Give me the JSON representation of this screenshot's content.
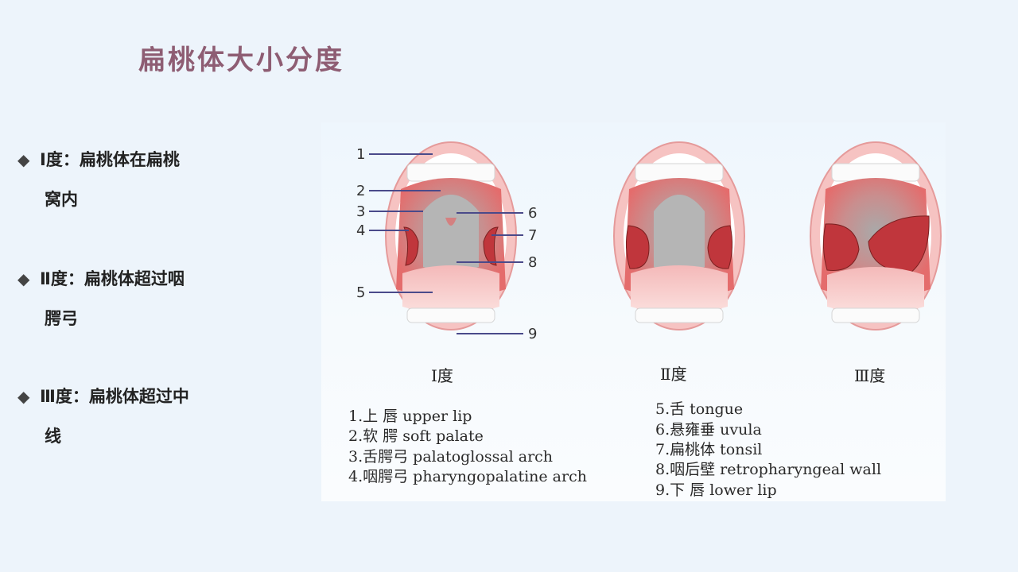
{
  "title": "扁桃体大小分度",
  "bullets": [
    {
      "line1": "Ⅰ度：扁桃体在扁桃",
      "line2": "窝内"
    },
    {
      "line1": "Ⅱ度：扁桃体超过咽",
      "line2": "腭弓"
    },
    {
      "line1": "Ⅲ度：扁桃体超过中",
      "line2": "线"
    }
  ],
  "figure": {
    "callout_numbers": [
      "1",
      "2",
      "3",
      "4",
      "5",
      "6",
      "7",
      "8",
      "9"
    ],
    "grade_labels": [
      "Ⅰ度",
      "Ⅱ度",
      "Ⅲ度"
    ],
    "legend": [
      "1.上  唇 upper lip",
      "2.软  腭 soft palate",
      "3.舌腭弓 palatoglossal arch",
      "4.咽腭弓 pharyngopalatine arch",
      "5.舌 tongue",
      "6.悬雍垂 uvula",
      "7.扁桃体 tonsil",
      "8.咽后壁 retropharyngeal wall",
      "9.下 唇 lower lip"
    ]
  },
  "colors": {
    "title": "#8e5d73",
    "background": "#edf4fb",
    "lip": "#f3b5b5",
    "tonsil": "#c0363c"
  }
}
